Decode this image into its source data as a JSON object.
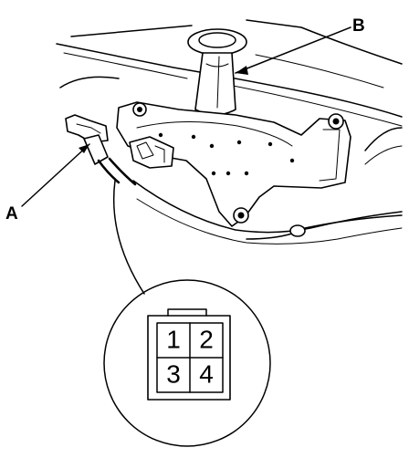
{
  "labels": {
    "a": "A",
    "b": "B"
  },
  "connector_pins": [
    "1",
    "2",
    "3",
    "4"
  ],
  "colors": {
    "line": "#000000",
    "background": "#ffffff"
  }
}
